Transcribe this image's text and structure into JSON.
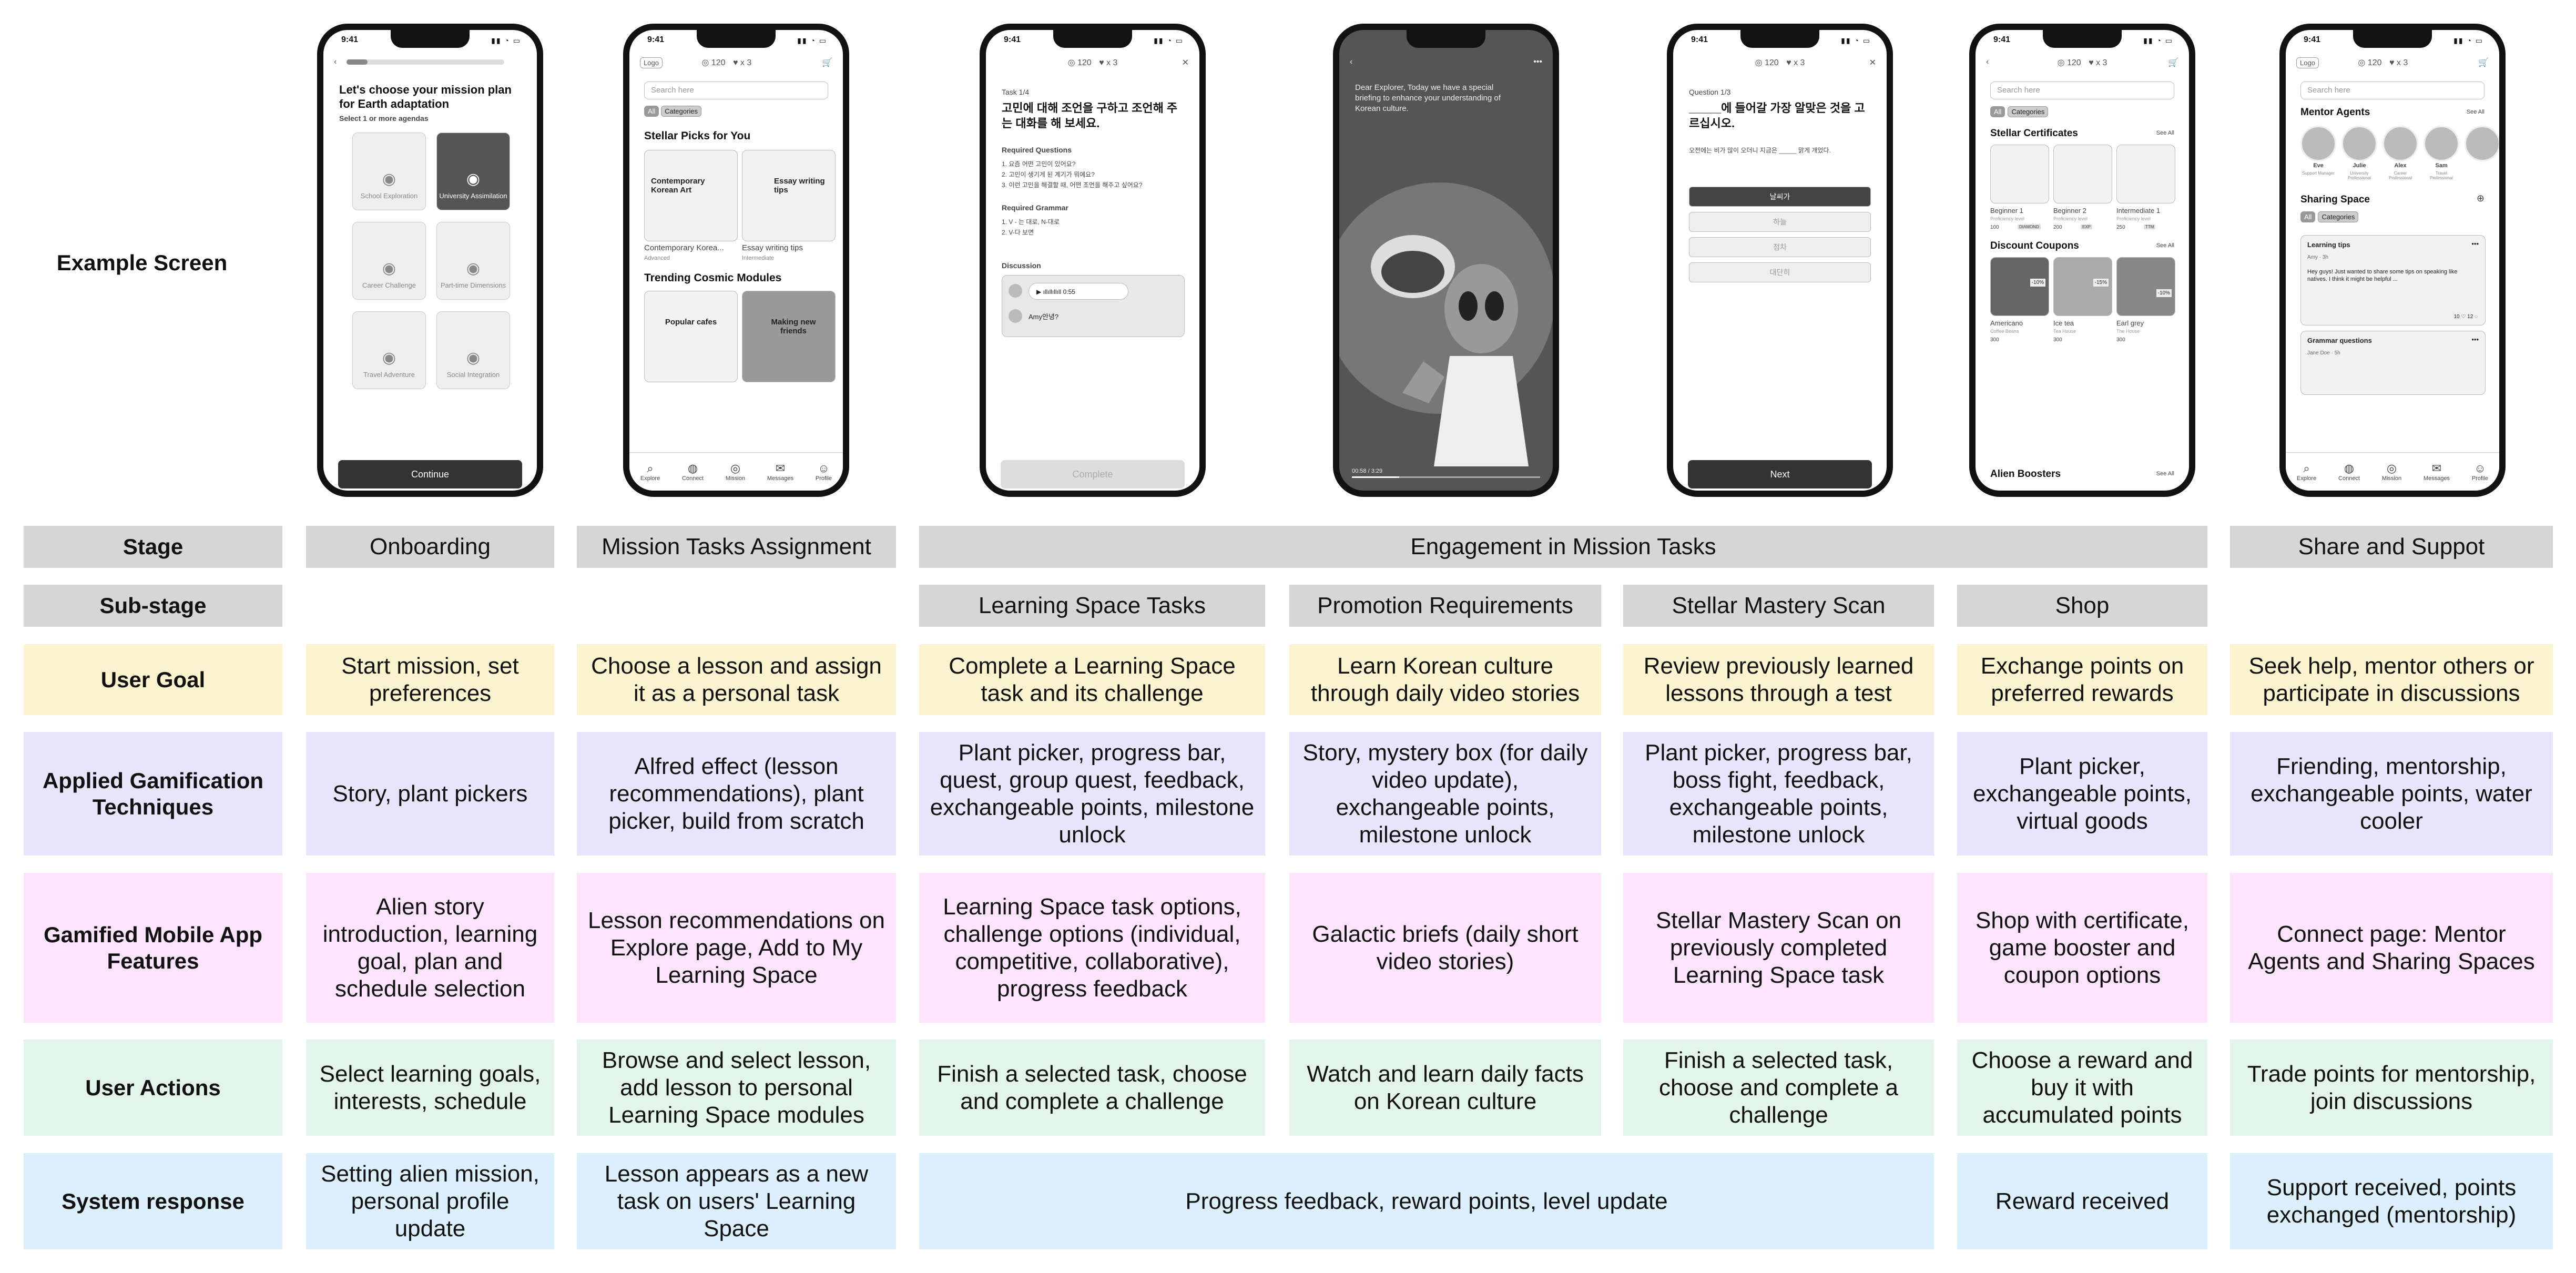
{
  "row_labels": {
    "example_screen": "Example Screen",
    "stage": "Stage",
    "sub_stage": "Sub-stage",
    "user_goal": "User Goal",
    "techniques": "Applied Gamification Techniques",
    "features": "Gamified Mobile App Features",
    "user_actions": "User Actions",
    "system_response": "System response"
  },
  "stages": {
    "onboarding": "Onboarding",
    "mission_tasks_assignment": "Mission Tasks Assignment",
    "engagement": "Engagement in Mission Tasks",
    "share": "Share and Suppot"
  },
  "sub_stages": [
    "Learning Space Tasks",
    "Promotion Requirements",
    "Stellar Mastery Scan",
    "Shop"
  ],
  "user_goal": [
    "Start mission, set preferences",
    "Choose a lesson and assign it as a personal task",
    "Complete a Learning Space task and its challenge",
    "Learn Korean culture through daily video stories",
    "Review previously learned lessons through a test",
    "Exchange points on preferred rewards",
    "Seek help, mentor others or participate in discussions"
  ],
  "techniques": [
    "Story, plant pickers",
    "Alfred effect (lesson recommendations), plant picker, build from scratch",
    "Plant picker, progress bar, quest, group quest, feedback, exchangeable points, milestone unlock",
    "Story, mystery box (for daily video update), exchangeable points, milestone unlock",
    "Plant picker, progress bar, boss fight, feedback, exchangeable points, milestone unlock",
    "Plant picker, exchangeable points, virtual goods",
    "Friending, mentorship, exchangeable points, water cooler"
  ],
  "features": [
    "Alien story introduction, learning goal, plan and schedule selection",
    "Lesson recommendations on Explore page, Add to My Learning Space",
    "Learning Space task options, challenge options (individual, competitive, collaborative), progress feedback",
    "Galactic briefs (daily short video stories)",
    "Stellar Mastery Scan on previously completed Learning Space task",
    "Shop with certificate, game booster and coupon options",
    "Connect page: Mentor Agents and Sharing Spaces"
  ],
  "user_actions": [
    "Select learning goals, interests, schedule",
    "Browse and select lesson, add lesson to personal Learning Space modules",
    "Finish a selected task, choose and complete a challenge",
    "Watch and learn daily facts on Korean culture",
    "Finish a selected task, choose and complete a challenge",
    "Choose a reward and buy it with accumulated points",
    "Trade points for mentorship, join discussions"
  ],
  "system_response": [
    "Setting alien mission, personal profile update",
    "Lesson appears as a new task on users' Learning Space",
    "Progress feedback, reward points, level update",
    "Reward received",
    "Support received, points exchanged (mentorship)"
  ],
  "screens": {
    "time": "9:41",
    "points": "120",
    "hearts": "x 3",
    "logo": "Logo",
    "search": "Search here",
    "all": "All",
    "categories": "Categories",
    "nav": [
      "Explore",
      "Connect",
      "Mission",
      "Messages",
      "Profile"
    ],
    "s1": {
      "title": "Let's choose your mission plan for Earth adaptation",
      "sub": "Select 1 or more agendas",
      "tiles": [
        "School Exploration",
        "University Assimilation",
        "Career Challenge",
        "Part-time Dimensions",
        "Travel Adventure",
        "Social Integration"
      ],
      "button": "Continue"
    },
    "s2": {
      "section1": "Stellar Picks for You",
      "card1": "Contemporary Korean Art",
      "card2": "Essay writing tips",
      "cap1": "Contemporary Korea...",
      "cap1_sub": "Advanced",
      "cap2": "Essay writing tips",
      "cap2_sub": "Intermediate",
      "section2": "Trending Cosmic Modules",
      "card3": "Popular cafes",
      "card4": "Making new friends"
    },
    "s3": {
      "task": "Task 1/4",
      "title": "고민에 대해 조언을 구하고 조언해 주는 대화를 해 보세요.",
      "rq": "Required Questions",
      "q": [
        "1. 요즘 어떤 고민이 있어요?",
        "2. 고민이 생기게 된 계기가 뭐예요?",
        "3. 이런 고민을 해결할 때, 어떤 조언을 해주고 싶어요?"
      ],
      "rg": "Required Grammar",
      "g": [
        "1. V - 는 대로, N-대로",
        "2. V-다 보면"
      ],
      "disc": "Discussion",
      "audio": "0:55",
      "reply": "Amy안녕?",
      "button": "Complete"
    },
    "s4": {
      "text": "Dear Explorer, Today we have a special briefing to enhance your understanding of Korean culture.",
      "time": "00:58 / 3:29"
    },
    "s5": {
      "q": "Question 1/3",
      "title": "_____에 들어갈 가장 알맞은 것을 고르십시오.",
      "sentence": "오전에는 비가 많이 오더니 지금은 _____ 맑게 개었다.",
      "options": [
        "날씨가",
        "하늘",
        "점차",
        "대단히"
      ],
      "button": "Next"
    },
    "s6": {
      "section1": "Stellar Certificates",
      "see_all": "See All",
      "certs": [
        {
          "name": "Beginner 1",
          "sub": "Proficiency level",
          "pts": "100",
          "tag": "DIAMOND"
        },
        {
          "name": "Beginner 2",
          "sub": "Proficiency level",
          "pts": "200",
          "tag": "EXP"
        },
        {
          "name": "Intermediate 1",
          "sub": "Proficiency level",
          "pts": "250",
          "tag": "TTM"
        }
      ],
      "section2": "Discount Coupons",
      "coupons": [
        {
          "name": "Americano",
          "sub": "Coffee Beans",
          "pts": "300",
          "badge": "-10%"
        },
        {
          "name": "Ice tea",
          "sub": "Tea House",
          "pts": "300",
          "badge": "-15%"
        },
        {
          "name": "Earl grey",
          "sub": "The House",
          "pts": "300",
          "badge": "-10%"
        }
      ],
      "section3": "Alien Boosters"
    },
    "s7": {
      "section1": "Mentor Agents",
      "see_all": "See All",
      "mentors": [
        {
          "name": "Eve",
          "role": "Support Manager"
        },
        {
          "name": "Julie",
          "role": "University Professional"
        },
        {
          "name": "Alex",
          "role": "Career Professional"
        },
        {
          "name": "Sam",
          "role": "Travel Professional"
        }
      ],
      "section2": "Sharing Space",
      "post1_title": "Learning tips",
      "post1_author": "Amy · 3h",
      "post1_text": "Hey guys! Just wanted to share some tips on speaking like natives. I think it might be helpful ...",
      "post1_likes": "10",
      "post1_comments": "12",
      "post2_title": "Grammar questions",
      "post2_author": "Jane Doe · 5h"
    }
  },
  "colors": {
    "grey": "#d6d6d6",
    "yellow": "#fcf3cf",
    "purple": "#e8e4fb",
    "pink": "#fbe4fc",
    "green": "#e3f5ea",
    "blue": "#dceffc"
  }
}
